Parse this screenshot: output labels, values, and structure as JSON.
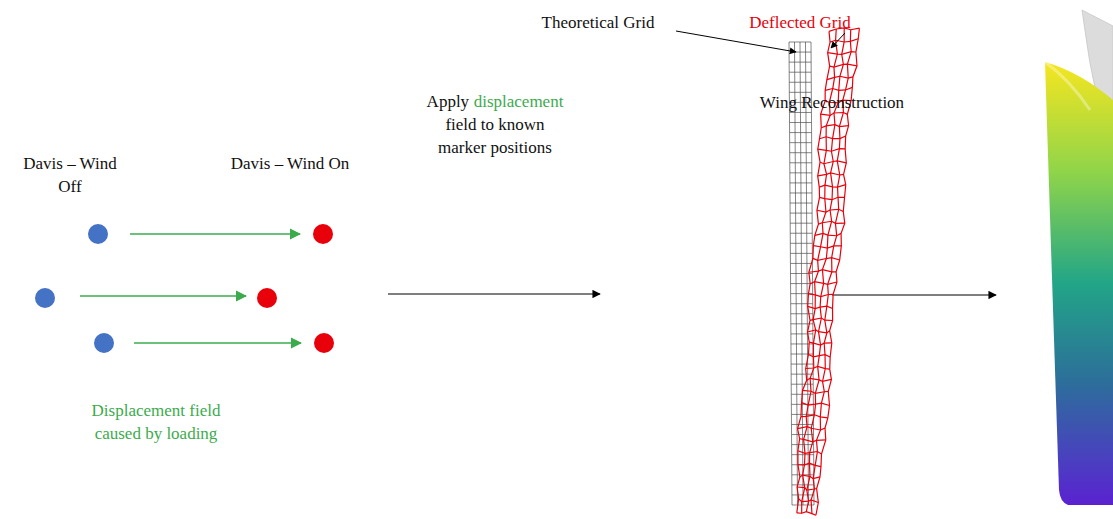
{
  "diagram": {
    "labels": [
      "Davis – Wind Off",
      "Davis – Wind On",
      "Displacement field caused by loading",
      "Apply",
      "displacement",
      "field to known marker positions",
      "Theoretical Grid",
      "Deflected Grid",
      "Wing Reconstruction"
    ]
  }
}
